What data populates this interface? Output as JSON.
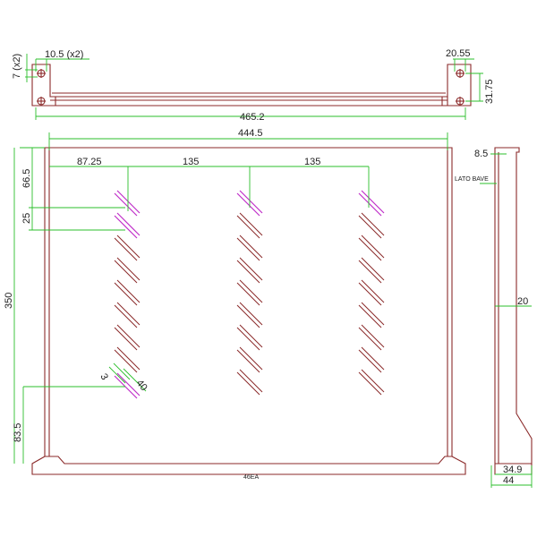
{
  "top_view": {
    "hole_diameter": "10.5 (x2)",
    "hole_offset": "7 (x2)",
    "right_hole_spacing": "20.55",
    "ear_height": "31.75",
    "overall_width": "465.2"
  },
  "front_view": {
    "inner_width": "444.5",
    "first_slot_offset": "87.25",
    "slot_pitch_1": "135",
    "slot_pitch_2": "135",
    "top_offset": "66.5",
    "slot_spacing": "25",
    "depth": "350",
    "slot_width": "3",
    "slot_length": "40",
    "bottom_offset": "83.5",
    "small_center_label": "46EA"
  },
  "side_view": {
    "top_lip": "8.5",
    "side_label": "LATO BAVE",
    "wall_dim": "20",
    "base_width": "34.9",
    "total_width": "44"
  },
  "colors": {
    "part_outline": "#8b2a2a",
    "dimension_lines": "#2bbf2b",
    "highlighted_slots": "#c02ec9"
  }
}
